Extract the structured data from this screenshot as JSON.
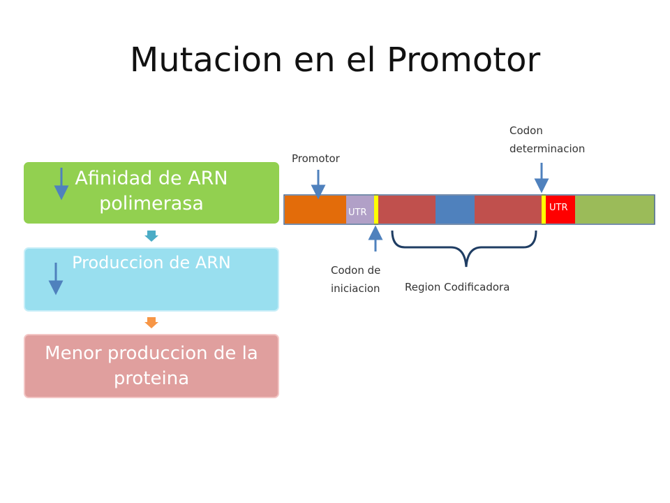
{
  "title": "Mutacion en el Promotor",
  "flow": {
    "box1": {
      "line1": "Afinidad de ARN",
      "line2": "polimerasa",
      "color": "#92d050"
    },
    "box2": {
      "line1": "Produccion de ARN",
      "color": "#99dfef"
    },
    "box3": {
      "line1": "Menor produccion de la",
      "line2": "proteina",
      "color": "#e09f9e"
    },
    "connector_colors": [
      "#4bacc6",
      "#f79646"
    ],
    "down_arrow_color": "#4f81bd"
  },
  "gene": {
    "utr_left": "UTR",
    "utr_right": "UTR",
    "segment_colors": {
      "promotor": "#e36c0a",
      "utr_left": "#b1a0c7",
      "marker": "#ffff00",
      "coding": "#c0504d",
      "coding_middle": "#4f81bd",
      "utr_right": "#ff0000",
      "terminal": "#9bbb59"
    },
    "labels": {
      "promotor": "Promotor",
      "stop_line1": "Codon",
      "stop_line2": "determinacion",
      "start_line1": "Codon de",
      "start_line2": "iniciacion",
      "coding_region": "Region Codificadora"
    }
  }
}
